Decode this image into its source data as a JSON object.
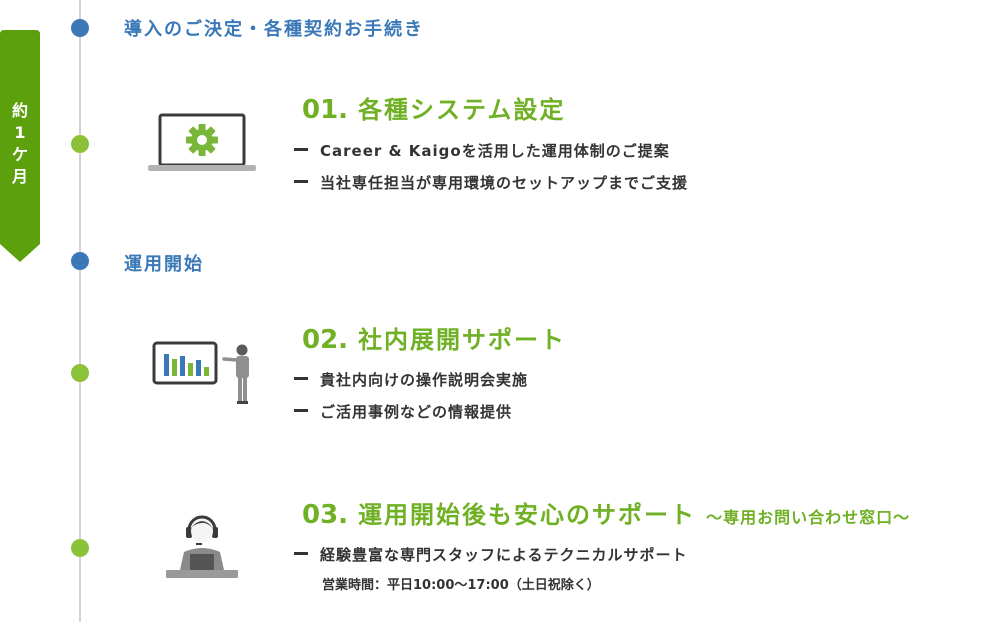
{
  "period_label_chars": [
    "約",
    "1",
    "ケ",
    "月"
  ],
  "phases": {
    "decision": "導入のご決定・各種契約お手続き",
    "start": "運用開始"
  },
  "steps": [
    {
      "number": "01.",
      "title": "各種システム設定",
      "icon": "laptop-gear-icon",
      "items": [
        "Career & Kaigoを活用した運用体制のご提案",
        "当社専任担当が専用環境のセットアップまでご支援"
      ]
    },
    {
      "number": "02.",
      "title": "社内展開サポート",
      "icon": "presentation-icon",
      "items": [
        "貴社内向けの操作説明会実施",
        "ご活用事例などの情報提供"
      ]
    },
    {
      "number": "03.",
      "title": "運用開始後も安心のサポート",
      "subtitle": "～専用お問い合わせ窓口～",
      "icon": "support-operator-icon",
      "items": [
        "経験豊富な専門スタッフによるテクニカルサポート"
      ],
      "note": "営業時間：平日10:00～17:00（土日祝除く）"
    }
  ],
  "colors": {
    "green": "#6fb024",
    "light_green": "#8cc23a",
    "blue": "#3a78b8",
    "period_bg": "#5da00e",
    "line": "#d4d4d4"
  }
}
